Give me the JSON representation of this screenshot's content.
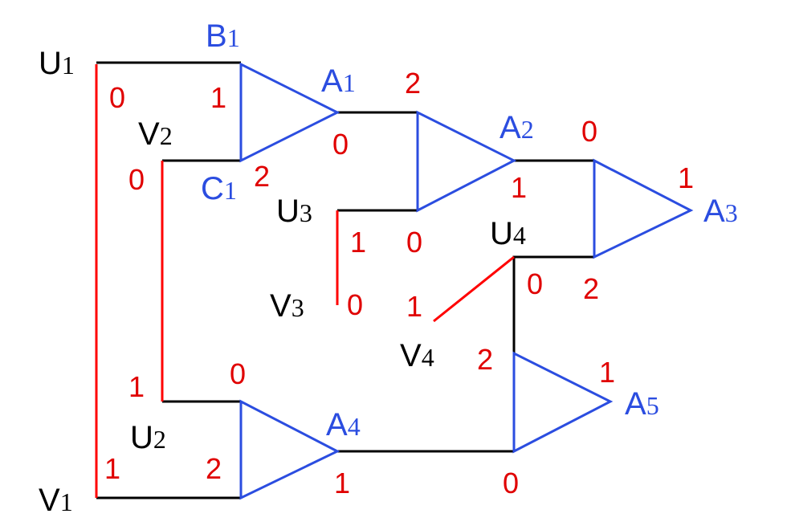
{
  "colors": {
    "black": "#000000",
    "red": "#ff0000",
    "blue": "#2b4de0",
    "num_red": "#e00000"
  },
  "labels": {
    "U1": {
      "main": "U",
      "sub": "1"
    },
    "V1": {
      "main": "V",
      "sub": "1"
    },
    "U2": {
      "main": "U",
      "sub": "2"
    },
    "V2": {
      "main": "V",
      "sub": "2"
    },
    "U3": {
      "main": "U",
      "sub": "3"
    },
    "V3": {
      "main": "V",
      "sub": "3"
    },
    "U4": {
      "main": "U",
      "sub": "4"
    },
    "V4": {
      "main": "V",
      "sub": "4"
    },
    "B1": {
      "main": "B",
      "sub": "1"
    },
    "C1": {
      "main": "C",
      "sub": "1"
    },
    "A1": {
      "main": "A",
      "sub": "1"
    },
    "A2": {
      "main": "A",
      "sub": "2"
    },
    "A3": {
      "main": "A",
      "sub": "3"
    },
    "A4": {
      "main": "A",
      "sub": "4"
    },
    "A5": {
      "main": "A",
      "sub": "5"
    }
  },
  "numbers": {
    "u1_line": "0",
    "b1_in": "1",
    "v2_line": "0",
    "c1_in": "2",
    "a1_out": "0",
    "a2_in_top": "2",
    "a2_in_bottom": "0",
    "u3_line": "1",
    "v3_end": "0",
    "a2_out": "1",
    "a3_in_top": "0",
    "a3_out": "1",
    "a3_in_bottom": "2",
    "u4_corner": "0",
    "v4_line": "1",
    "a5_in_top": "2",
    "a5_out": "1",
    "a5_in_bottom": "0",
    "u2_line": "1",
    "a4_in_top": "0",
    "a4_in_bottom": "2",
    "a4_out": "1",
    "v1_line": "1"
  }
}
